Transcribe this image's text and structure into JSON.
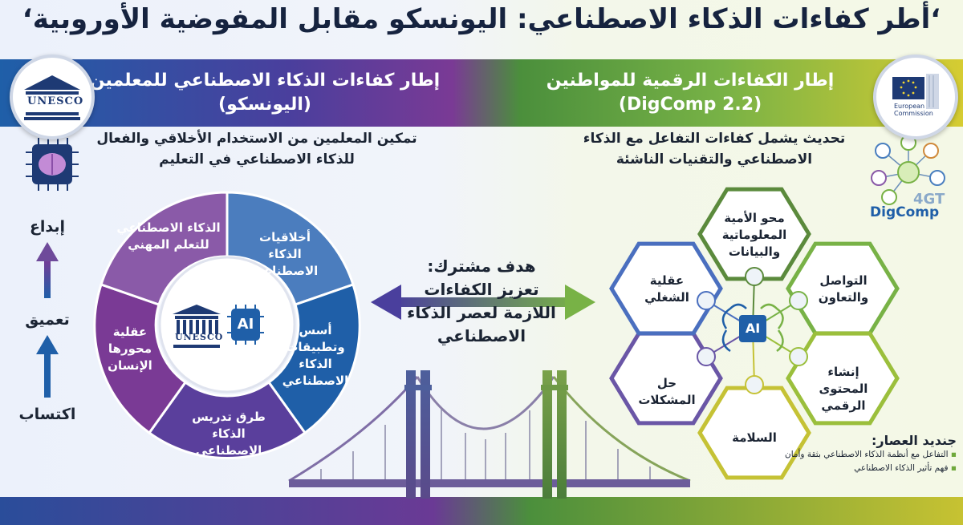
{
  "title": "‘أطر كفاءات الذكاء الاصطناعي: اليونسكو مقابل المفوضية الأوروبية‘",
  "colors": {
    "blue": "#1f5fa8",
    "purple": "#7a3a95",
    "green": "#6fa83b",
    "yellow": "#d6cc32",
    "dark": "#1b2433"
  },
  "left": {
    "header_line1": "إطار كفاءات الذكاء الاصطناعي للمعلمين",
    "header_line2": "(اليونسكو)",
    "logo_text": "UNESCO",
    "desc_line1": "تمكين المعلمين من الاستخدام الأخلاقي والفعال",
    "desc_line2": "للذكاء الاصطناعي في التعليم",
    "ladder": [
      "إبداع",
      "تعميق",
      "اكتساب"
    ],
    "center_logo_text": "UNESCO",
    "center_chip_text": "AI",
    "segments": [
      {
        "lines": [
          "الذكاء الاصطناعي",
          "للتعلم المهني"
        ]
      },
      {
        "lines": [
          "أخلاقيات",
          "الذكاء",
          "الاصطناعي"
        ]
      },
      {
        "lines": [
          "أسس",
          "وتطبيقات",
          "الذكاء",
          "الاصطناعي"
        ]
      },
      {
        "lines": [
          "طرق تدريس",
          "الذكاء",
          "الاصطناعي"
        ]
      },
      {
        "lines": [
          "عقلية",
          "محورها",
          "الإنسان"
        ]
      }
    ]
  },
  "right": {
    "header_line1": "إطار الكفاءات الرقمية للمواطنين",
    "header_line2": "(DigComp 2.2)",
    "eu_text": "European Commission",
    "desc_line1": "تحديث يشمل كفاءات التفاعل مع الذكاء",
    "desc_line2": "الاصطناعي والتقنيات الناشئة",
    "digcomp_logo": "DigComp",
    "digcomp_4gt": "4GT",
    "center_chip_text": "AI",
    "hexes": [
      {
        "lines": [
          "محو الأمية",
          "المعلوماتية",
          "والبيانات"
        ],
        "icon": "ai-doc-icon"
      },
      {
        "lines": [
          "التواصل",
          "والتعاون"
        ],
        "icon": "chat-ai-icon"
      },
      {
        "lines": [
          "إنشاء",
          "المحتوى",
          "الرقمي"
        ],
        "icon": "pen-icon"
      },
      {
        "lines": [
          "السلامة"
        ],
        "icon": "lock-icon"
      },
      {
        "lines": [
          "حل",
          "المشكلات"
        ],
        "icon": "puzzle-icon"
      },
      {
        "lines": [
          "عقلية",
          "الشغلي"
        ],
        "icon": "chip-icon"
      }
    ],
    "notes_title": "جنديد العصار:",
    "notes": [
      "التفاعل مع أنظمة الذكاء الاصطناعي بثقة   وأمان",
      "فهم تأثير الذكاء الاصطناعي"
    ]
  },
  "goal": {
    "line1": "هدف مشترك:",
    "line2": "تعزيز الكفاءات",
    "line3": "اللازمة لعصر الذكاء",
    "line4": "الاصطناعي"
  }
}
